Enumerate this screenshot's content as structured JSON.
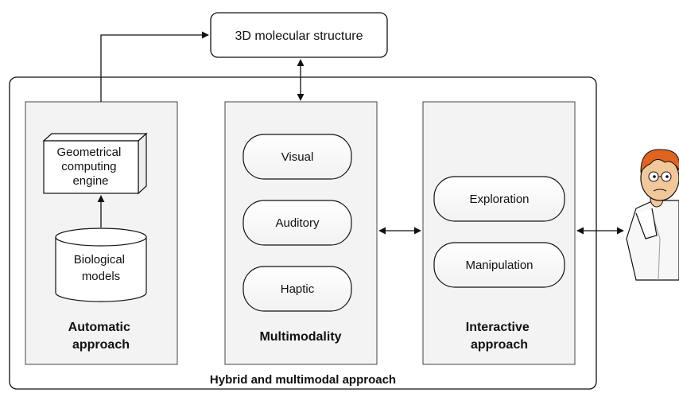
{
  "top_box": {
    "label": "3D molecular structure"
  },
  "outer": {
    "label": "Hybrid and multimodal approach"
  },
  "panels": {
    "automatic": {
      "title_lines": [
        "Automatic",
        "approach"
      ],
      "engine_lines": [
        "Geometrical",
        "computing",
        "engine"
      ],
      "models_lines": [
        "Biological",
        "models"
      ]
    },
    "multimodality": {
      "title": "Multimodality",
      "items": [
        "Visual",
        "Auditory",
        "Haptic"
      ]
    },
    "interactive": {
      "title_lines": [
        "Interactive",
        "approach"
      ],
      "items": [
        "Exploration",
        "Manipulation"
      ]
    }
  },
  "icons": {
    "scientist": "scientist-user-icon"
  },
  "colors": {
    "panel_fill": "#f3f3f3",
    "stroke": "#111111",
    "face": "#f2c79a",
    "hair": "#e0641f",
    "coat": "#f7f7f7"
  }
}
